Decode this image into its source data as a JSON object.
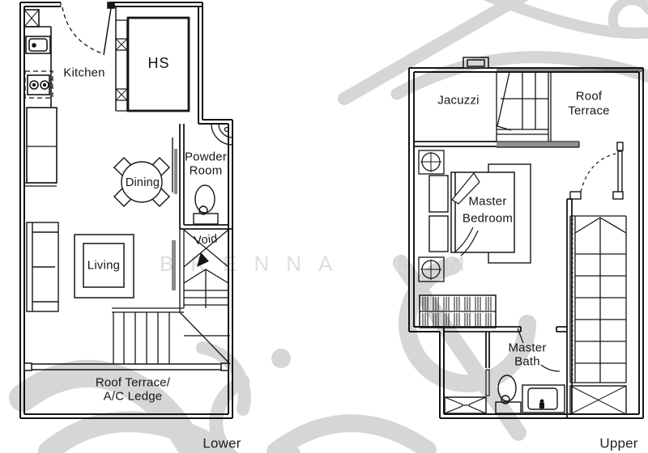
{
  "document_type": "residential floor plan, two storeys",
  "lower": {
    "floor_label": "Lower",
    "kitchen": "Kitchen",
    "hs": "HS",
    "powder_line1": "Powder",
    "powder_line2": "Room",
    "dining": "Dining",
    "void": "Void",
    "living": "Living",
    "terrace_line1": "Roof Terrace/",
    "terrace_line2": "A/C Ledge"
  },
  "upper": {
    "floor_label": "Upper",
    "jacuzzi": "Jacuzzi",
    "roof_line1": "Roof",
    "roof_line2": "Terrace",
    "bedroom_line1": "Master",
    "bedroom_line2": "Bedroom",
    "bath_line1": "Master",
    "bath_line2": "Bath"
  },
  "watermark": {
    "letters_left": "BRENNA",
    "letter_l": "L",
    "letter_m": "M"
  },
  "colors": {
    "line": "#151515",
    "wall_poche_gray": "#8f8f8f",
    "divider_gray": "#8a8a8a",
    "watermark_stroke": "#d6d6d6",
    "watermark_text": "#dedede"
  }
}
